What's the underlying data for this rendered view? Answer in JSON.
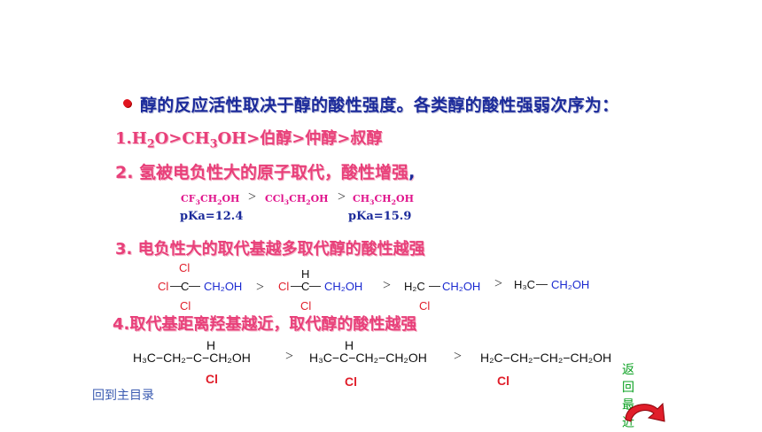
{
  "heading": "醇的反应活性取决于醇的酸性强度。各类醇的酸性强弱次序为：",
  "point1": {
    "text_a": "1.H",
    "sub_a": "2",
    "text_b": "O>CH",
    "sub_b": "3",
    "text_c": "OH>伯醇>仲醇>叔醇"
  },
  "point2": {
    "text": "2. 氢被电负性大的原子取代，酸性增强",
    "comma": ","
  },
  "compare": {
    "c1_a": "CF",
    "c1_s1": "3",
    "c1_b": "CH",
    "c1_s2": "2",
    "c1_c": "OH",
    "c2_a": "CCl",
    "c2_s1": "3",
    "c2_b": "CH",
    "c2_s2": "2",
    "c2_c": "OH",
    "c3_a": "CH",
    "c3_s1": "3",
    "c3_b": "CH",
    "c3_s2": "2",
    "c3_c": "OH",
    "gt": ">",
    "pka1": "pKa=12.4",
    "pka2": "pKa=15.9"
  },
  "point3": "3. 电负性大的取代基越多取代醇的酸性越强",
  "row3": {
    "cl": "Cl",
    "c": "C",
    "h": "H",
    "ch2oh": "CH₂OH",
    "h2c": "H₂C",
    "h3c": "H₃C",
    "gt": ">",
    "dash": "—"
  },
  "point4": "4.取代基距离羟基越近，取代醇的酸性越强",
  "row4": {
    "m1": "H₃C−CH₂−C−CH₂OH",
    "m2": "H₃C−C−CH₂−CH₂OH",
    "m3": "H₂C−CH₂−CH₂−CH₂OH",
    "h": "H",
    "cl": "Cl",
    "gt": ">"
  },
  "nav": {
    "back_main": "回到主目录",
    "recent": "返回最近"
  },
  "colors": {
    "navy": "#1b2a9a",
    "pink": "#e8407a",
    "red": "#e01e2a",
    "blue": "#1b2ad0",
    "green": "#0aa020"
  }
}
